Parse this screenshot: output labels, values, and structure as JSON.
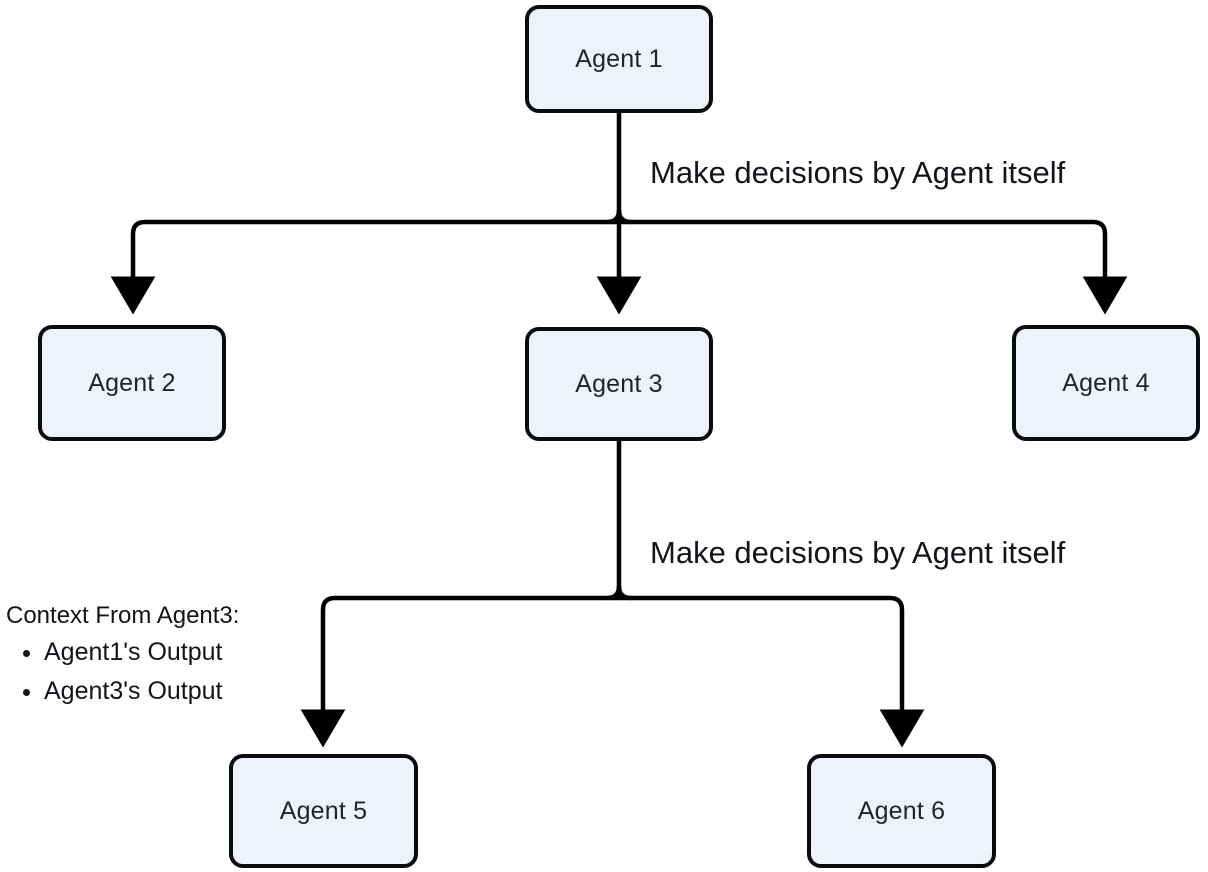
{
  "diagram": {
    "type": "flowchart-tree",
    "background_color": "#ffffff",
    "node_fill_color": "#eef2fa",
    "node_border_color": "#0b0c0f",
    "edge_color": "#000000",
    "text_color": "#12141a",
    "nodes": [
      {
        "id": "agent1",
        "label": "Agent 1"
      },
      {
        "id": "agent2",
        "label": "Agent 2"
      },
      {
        "id": "agent3",
        "label": "Agent 3"
      },
      {
        "id": "agent4",
        "label": "Agent 4"
      },
      {
        "id": "agent5",
        "label": "Agent 5"
      },
      {
        "id": "agent6",
        "label": "Agent 6"
      }
    ],
    "edge_labels": [
      {
        "id": "label-top",
        "text": "Make decisions by Agent itself"
      },
      {
        "id": "label-bottom",
        "text": "Make decisions by Agent itself"
      }
    ],
    "context": {
      "title": "Context From Agent3:",
      "items": [
        "Agent1's Output",
        "Agent3's Output"
      ]
    }
  }
}
